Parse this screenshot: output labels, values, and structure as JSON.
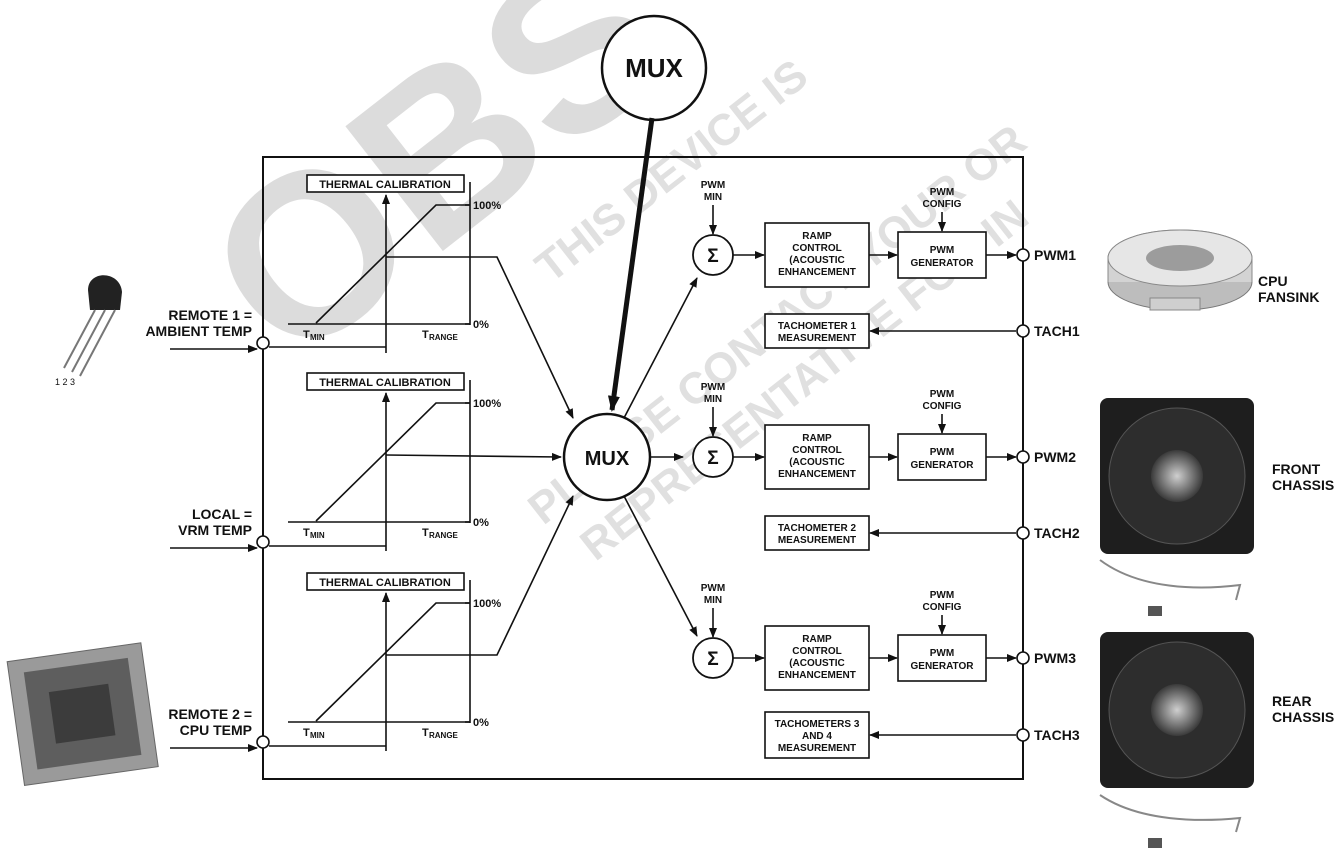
{
  "watermark": {
    "big": "OBS",
    "line1": "THIS DEVICE IS",
    "line2": "PLEASE CONTACT YOUR OR",
    "line3": "REPRESENTATIVE FOR IN"
  },
  "top_mux": "MUX",
  "center_mux": "MUX",
  "sensors": [
    {
      "line1": "REMOTE 1 =",
      "line2": "AMBIENT TEMP"
    },
    {
      "line1": "LOCAL =",
      "line2": "VRM TEMP"
    },
    {
      "line1": "REMOTE 2 =",
      "line2": "CPU TEMP"
    }
  ],
  "transistor_pins": "1 2 3",
  "thermal": {
    "title": "THERMAL CALIBRATION",
    "pct_high": "100%",
    "pct_low": "0%",
    "tmin_main": "T",
    "tmin_sub": "MIN",
    "trange_main": "T",
    "trange_sub": "RANGE"
  },
  "channel": {
    "pwm_min_1": "PWM",
    "pwm_min_2": "MIN",
    "pwm_cfg_1": "PWM",
    "pwm_cfg_2": "CONFIG",
    "sigma": "Σ",
    "ramp": [
      "RAMP",
      "CONTROL",
      "(ACOUSTIC",
      "ENHANCEMENT"
    ],
    "gen": [
      "PWM",
      "GENERATOR"
    ]
  },
  "tach_blocks": [
    [
      "TACHOMETER 1",
      "MEASUREMENT"
    ],
    [
      "TACHOMETER 2",
      "MEASUREMENT"
    ],
    [
      "TACHOMETERS 3",
      "AND 4",
      "MEASUREMENT"
    ]
  ],
  "pins": {
    "pwm": [
      "PWM1",
      "PWM2",
      "PWM3"
    ],
    "tach": [
      "TACH1",
      "TACH2",
      "TACH3"
    ]
  },
  "fans": [
    {
      "line1": "CPU",
      "line2": "FANSINK"
    },
    {
      "line1": "FRONT",
      "line2": "CHASSIS"
    },
    {
      "line1": "REAR",
      "line2": "CHASSIS"
    }
  ],
  "colors": {
    "watermark": "#d9d9d9",
    "line": "#111111"
  }
}
